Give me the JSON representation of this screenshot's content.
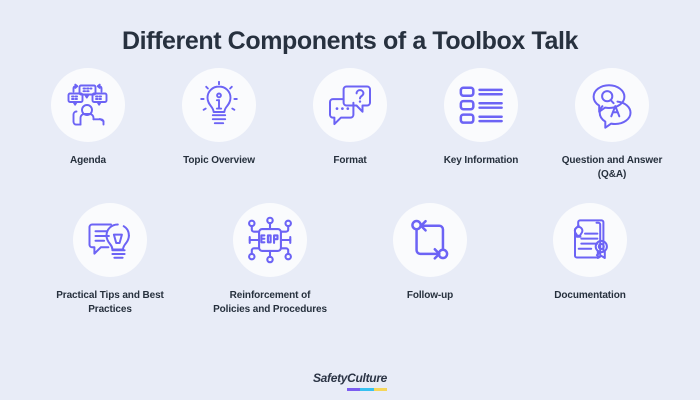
{
  "page": {
    "title": "Different Components of a Toolbox Talk",
    "background_color": "#e8ecf7",
    "circle_color": "#fafbfd",
    "icon_color": "#6c63f5",
    "title_color": "#27313f",
    "label_color": "#26303d"
  },
  "rows": [
    {
      "items": [
        {
          "label": "Agenda",
          "icon": "agenda-presentation-icon"
        },
        {
          "label": "Topic Overview",
          "icon": "lightbulb-info-icon"
        },
        {
          "label": "Format",
          "icon": "speech-bubbles-question-icon"
        },
        {
          "label": "Key Information",
          "icon": "checklist-lines-icon"
        },
        {
          "label": "Question and Answer (Q&A)",
          "icon": "qa-speech-bubbles-icon"
        }
      ]
    },
    {
      "items": [
        {
          "label": "Practical Tips and Best Practices",
          "icon": "speech-bubble-lightbulb-icon"
        },
        {
          "label": "Reinforcement of Policies and Procedures",
          "icon": "sop-circuit-chip-icon"
        },
        {
          "label": "Follow-up",
          "icon": "loop-arrows-icon"
        },
        {
          "label": "Documentation",
          "icon": "certificate-award-icon"
        }
      ]
    }
  ],
  "footer": {
    "brand_first": "Safety",
    "brand_second": "Culture",
    "bar_colors": [
      "#7b5cf0",
      "#37c0f0",
      "#f5d65a"
    ]
  }
}
